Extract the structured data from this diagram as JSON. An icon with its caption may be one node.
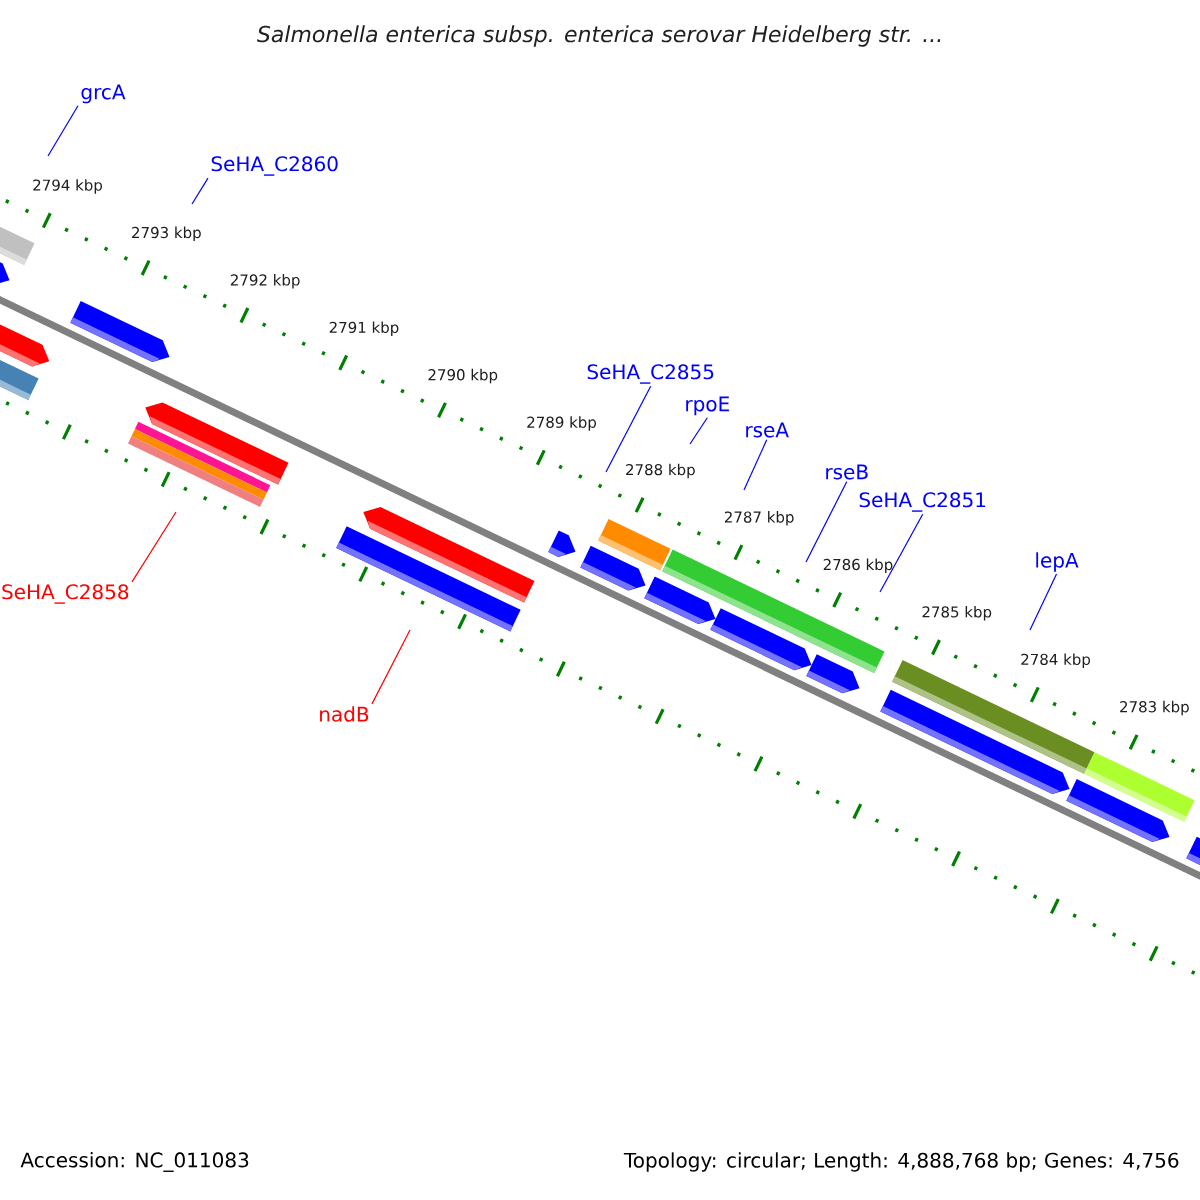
{
  "diagram": {
    "title": "Salmonella enterica subsp. enterica serovar Heidelberg str. ...",
    "nodes": [
      {
        "text": [
          "grcA"
        ]
      },
      {
        "text": [
          "SeHA_C2860"
        ]
      },
      {
        "text": [
          "SeHA_C2855"
        ]
      },
      {
        "text": [
          "rpoE"
        ]
      },
      {
        "text": [
          "rseA"
        ]
      },
      {
        "text": [
          "rseB"
        ]
      },
      {
        "text": [
          "SeHA_C2851"
        ]
      },
      {
        "text": [
          "lepA"
        ]
      },
      {
        "text": [
          "SeHA_C2858"
        ]
      },
      {
        "text": [
          "nadB"
        ]
      }
    ],
    "edges": [
      {
        "from": 0,
        "to": null,
        "arrow": "none"
      },
      {
        "from": 1,
        "to": null,
        "arrow": "none"
      },
      {
        "from": 2,
        "to": null,
        "arrow": "none"
      },
      {
        "from": 3,
        "to": null,
        "arrow": "none"
      },
      {
        "from": 4,
        "to": null,
        "arrow": "none"
      },
      {
        "from": 5,
        "to": null,
        "arrow": "none"
      },
      {
        "from": 6,
        "to": null,
        "arrow": "none"
      },
      {
        "from": 7,
        "to": null,
        "arrow": "none"
      },
      {
        "from": 8,
        "to": null,
        "arrow": "none",
        "color": "#ff0000"
      },
      {
        "from": 9,
        "to": null,
        "arrow": "none",
        "color": "#ff0000"
      }
    ],
    "labels": [
      "2794 kbp",
      "2793 kbp",
      "2792 kbp",
      "2791 kbp",
      "2790 kbp",
      "2789 kbp",
      "2788 kbp",
      "2787 kbp",
      "2786 kbp",
      "2785 kbp",
      "2784 kbp",
      "2783 kbp",
      "Accession: NC_011083",
      "Topology: circular; Length: 4,888,768 bp; Genes: 4,756"
    ]
  }
}
